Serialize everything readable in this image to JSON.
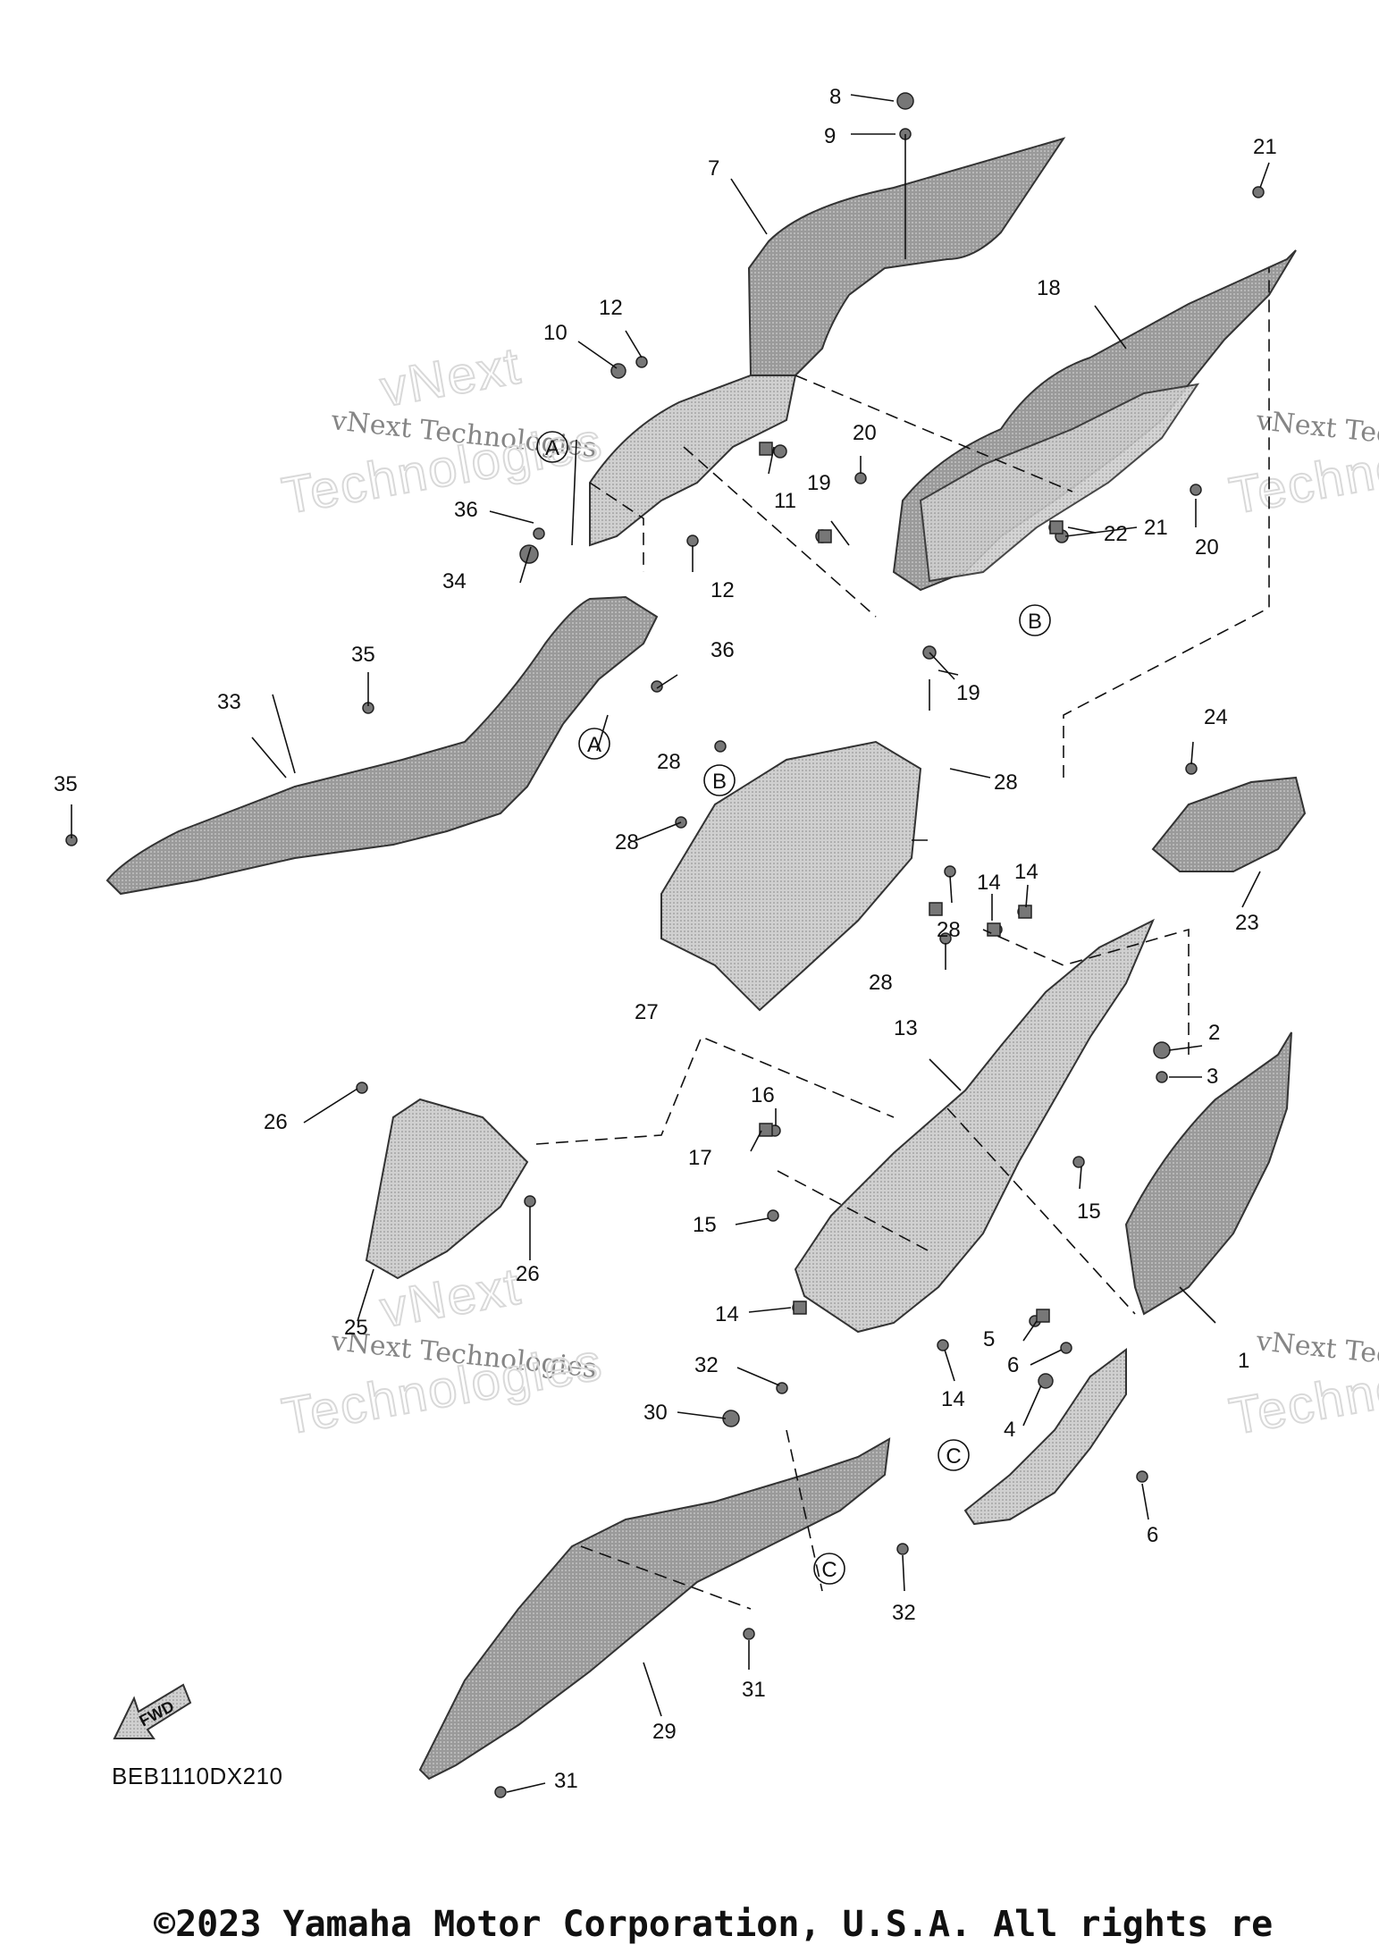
{
  "diagram": {
    "code": "BEB1110DX210",
    "copyright": "©2023 Yamaha Motor Corporation, U.S.A. All rights re",
    "fwd_label": "FWD",
    "watermark": {
      "line1": "vNext Technologies",
      "big1": "vNext",
      "big2": "Technologies"
    },
    "ref_markers": [
      "A",
      "A",
      "B",
      "B",
      "C",
      "C"
    ],
    "callouts": [
      "1",
      "2",
      "3",
      "4",
      "5",
      "6",
      "6",
      "7",
      "8",
      "9",
      "10",
      "11",
      "12",
      "12",
      "13",
      "14",
      "14",
      "14",
      "14",
      "15",
      "15",
      "16",
      "17",
      "18",
      "19",
      "19",
      "20",
      "20",
      "21",
      "21",
      "22",
      "23",
      "24",
      "25",
      "26",
      "26",
      "27",
      "28",
      "28",
      "28",
      "28",
      "28",
      "29",
      "30",
      "31",
      "31",
      "32",
      "32",
      "33",
      "34",
      "35",
      "35",
      "36",
      "36"
    ]
  },
  "colors": {
    "part_fill": "#8a8a8a",
    "part_light": "#c8c8c8",
    "line": "#111111",
    "watermark": "#bbbbbb"
  }
}
